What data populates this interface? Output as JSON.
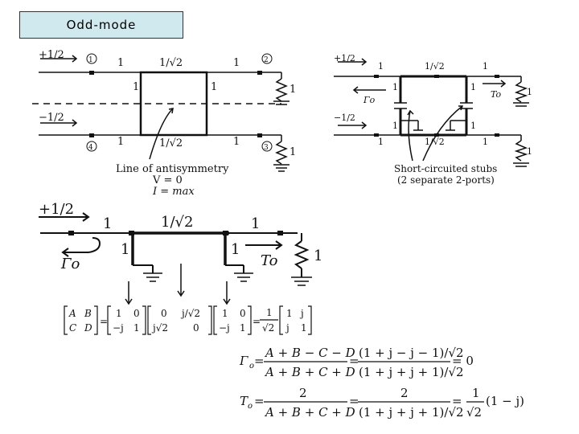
{
  "title": "Odd-mode",
  "top_left": {
    "in_top": "+1/2",
    "in_bottom": "−1/2",
    "port1": "1",
    "port2": "2",
    "port3": "3",
    "port4": "4",
    "line_label_1": "1",
    "line_label_half": "1/√2",
    "line_label_2": "1",
    "shunt_left": "1",
    "shunt_right": "1",
    "load": "1",
    "antisymmetry_1": "Line of antisymmetry",
    "antisymmetry_2": "V = 0",
    "antisymmetry_3": "I = max"
  },
  "top_right": {
    "in_top": "+1/2",
    "in_bottom": "−1/2",
    "gamma": "Γo",
    "tau": "To",
    "stubs_1": "Short-circuited stubs",
    "stubs_2": "(2 separate 2-ports)"
  },
  "middle": {
    "in_top": "+1/2",
    "line_1": "1",
    "line_half": "1/√2",
    "line_2": "1",
    "stub_left": "1",
    "stub_right": "1",
    "load": "1",
    "gamma": "Γo",
    "tau": "To"
  },
  "equations": {
    "abcd_matrix": "[A B; C D] = [1 0; −j 1][0 j/√2; j√2 0][1 0; −j 1] = (1/√2)[1 j; j 1]",
    "gamma_eq": "Γo = (A+B−C−D)/(A+B+C+D) = (1+j−j−1)/√2 / (1+j+j+1)/√2 = 0",
    "tau_eq": "To = 2/(A+B+C+D) = 2/((1+j+j+1)/√2) = (1/√2)(1−j)"
  }
}
